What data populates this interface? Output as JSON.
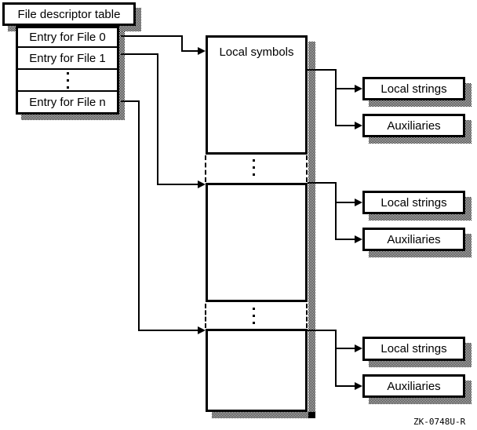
{
  "colors": {
    "ink": "#000000",
    "paper": "#ffffff"
  },
  "fd_table": {
    "title": "File descriptor table",
    "entries": [
      "Entry for File 0",
      "Entry for File 1",
      "Entry for File n"
    ]
  },
  "local_symbols_label": "Local symbols",
  "groups": [
    {
      "local_strings": "Local strings",
      "auxiliaries": "Auxiliaries"
    },
    {
      "local_strings": "Local strings",
      "auxiliaries": "Auxiliaries"
    },
    {
      "local_strings": "Local strings",
      "auxiliaries": "Auxiliaries"
    }
  ],
  "figure_label": "ZK-0748U-R"
}
